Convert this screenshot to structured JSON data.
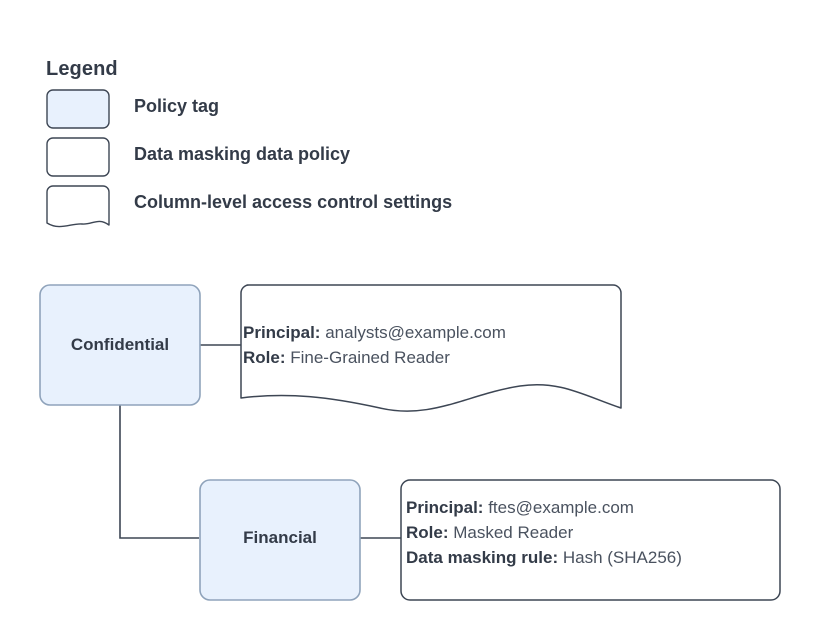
{
  "colors": {
    "node_fill": "#e8f1fd",
    "node_stroke": "#8fa3bb",
    "callout_fill": "#ffffff",
    "callout_stroke": "#3d4654",
    "edge_stroke": "#3d4654",
    "text": "#333b48",
    "value_text": "#4a525f",
    "background": "#ffffff"
  },
  "legend": {
    "title": "Legend",
    "items": [
      {
        "label": "Policy tag",
        "icon": "rounded-rect-filled-icon",
        "shape": "rounded-rect",
        "filled": true
      },
      {
        "label": "Data masking data policy",
        "icon": "rounded-rect-outline-icon",
        "shape": "rounded-rect",
        "filled": false
      },
      {
        "label": "Column-level access control settings",
        "icon": "wavy-bottom-note-icon",
        "shape": "wavy-bottom",
        "filled": false
      }
    ]
  },
  "graph": {
    "nodes": [
      {
        "id": "confidential",
        "label": "Confidential",
        "type": "policy-tag",
        "shape": "rounded-rect"
      },
      {
        "id": "financial",
        "label": "Financial",
        "type": "policy-tag",
        "shape": "rounded-rect"
      }
    ],
    "callouts": [
      {
        "id": "confidential-settings",
        "attached_to": "confidential",
        "shape": "wavy-bottom",
        "lines": [
          {
            "key": "Principal:",
            "value": "analysts@example.com"
          },
          {
            "key": "Role:",
            "value": "Fine-Grained Reader"
          }
        ]
      },
      {
        "id": "financial-settings",
        "attached_to": "financial",
        "shape": "rounded-rect",
        "lines": [
          {
            "key": "Principal:",
            "value": "ftes@example.com"
          },
          {
            "key": "Role:",
            "value": "Masked Reader"
          },
          {
            "key": "Data masking rule:",
            "value": "Hash (SHA256)"
          }
        ]
      }
    ],
    "edges": [
      {
        "from": "confidential",
        "to": "confidential-settings",
        "style": "straight"
      },
      {
        "from": "confidential",
        "to": "financial",
        "style": "elbow"
      },
      {
        "from": "financial",
        "to": "financial-settings",
        "style": "straight"
      }
    ]
  }
}
